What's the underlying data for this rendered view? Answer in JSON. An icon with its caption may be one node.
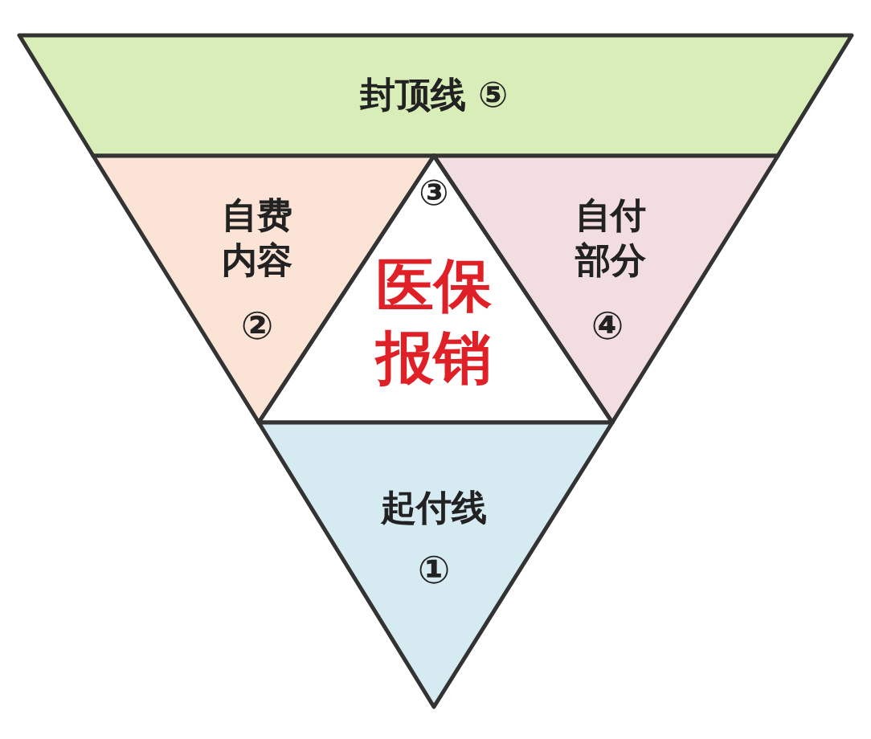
{
  "diagram": {
    "nodes": [
      {
        "text": [
          "封顶线 ⑤"
        ]
      },
      {
        "text": [
          "自费内容",
          "②"
        ]
      },
      {
        "text": [
          "③",
          "医保报销"
        ]
      },
      {
        "text": [
          "自付部分",
          "④"
        ]
      },
      {
        "text": [
          "起付线",
          "①"
        ]
      }
    ]
  }
}
